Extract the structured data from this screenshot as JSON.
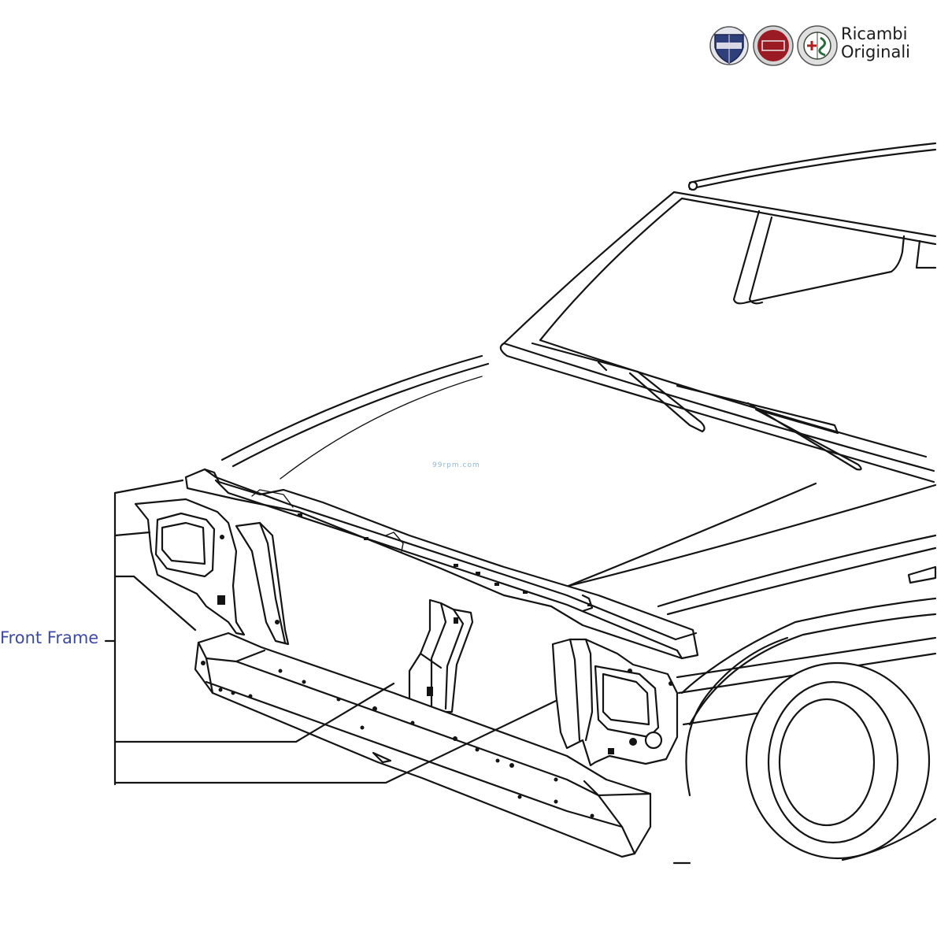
{
  "brand": {
    "logos": [
      "lancia-badge",
      "fiat-badge",
      "alfa-romeo-badge"
    ],
    "text": "Ricambi\nOriginali"
  },
  "watermark": {
    "text": "99rpm.com"
  },
  "callouts": [
    {
      "label": "Front Frame"
    }
  ],
  "colors": {
    "label": "#3c4aa6",
    "ink": "#141414",
    "lancia": "#2f3f7a",
    "fiat": "#9b1b24",
    "alfa": "#3a4a3a"
  }
}
